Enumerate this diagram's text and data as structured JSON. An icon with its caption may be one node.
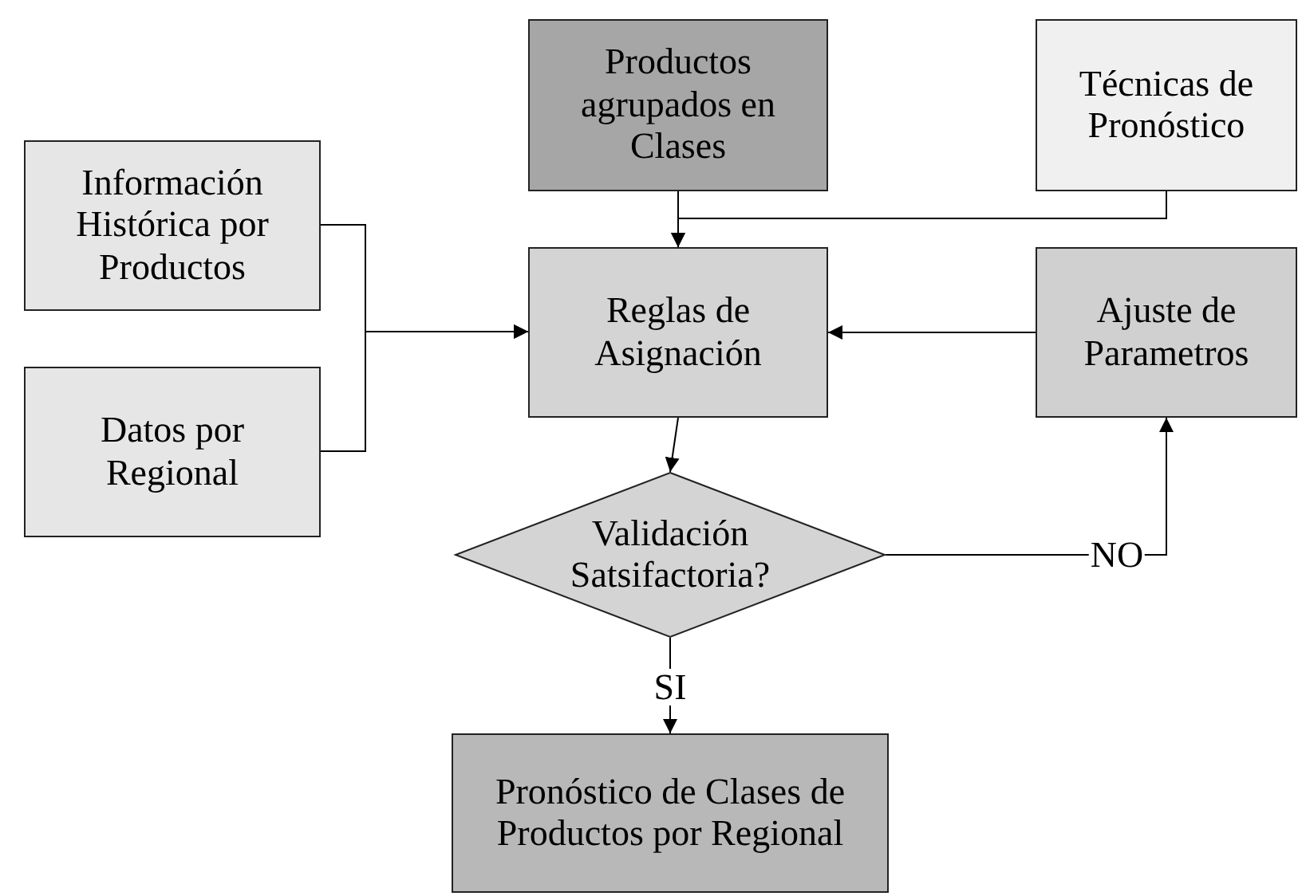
{
  "diagram": {
    "nodes": [
      {
        "text": [
          "Productos agrupados en Clases"
        ]
      },
      {
        "text": [
          "Técnicas de Pronóstico"
        ]
      },
      {
        "text": [
          "Información Histórica por Productos"
        ]
      },
      {
        "text": [
          "Reglas de Asignación"
        ]
      },
      {
        "text": [
          "Ajuste de Parametros"
        ]
      },
      {
        "text": [
          "Datos por Regional"
        ]
      },
      {
        "text": [
          "Validación Satsifactoria?"
        ]
      },
      {
        "text": [
          "Pronóstico de Clases de Productos por Regional"
        ]
      }
    ],
    "edges": [
      {
        "from": 0,
        "to": 3,
        "arrow": "to"
      },
      {
        "from": 1,
        "to": 3,
        "arrow": "to"
      },
      {
        "from": 2,
        "to": 3,
        "arrow": "to"
      },
      {
        "from": 5,
        "to": 3,
        "arrow": "to"
      },
      {
        "from": 4,
        "to": 3,
        "arrow": "to"
      },
      {
        "from": 3,
        "to": 6,
        "arrow": "to"
      },
      {
        "from": 6,
        "to": 7,
        "arrow": "to",
        "label": "SI"
      },
      {
        "from": 6,
        "to": 4,
        "arrow": "to",
        "label": "NO"
      }
    ]
  }
}
